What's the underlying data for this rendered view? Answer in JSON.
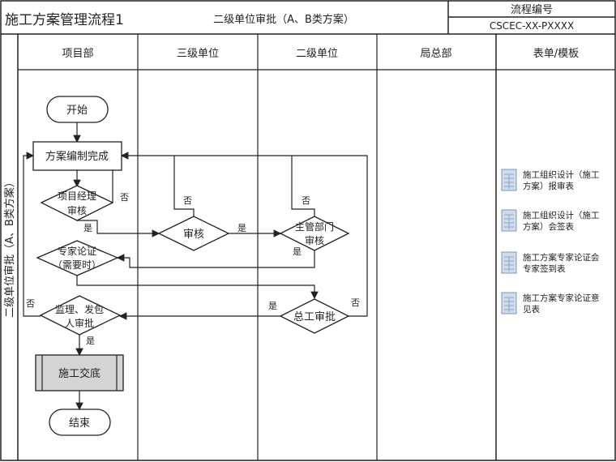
{
  "header": {
    "title": "施工方案管理流程1",
    "subtitle": "二级单位审批（A、B类方案）",
    "code_label": "流程编号",
    "code_value": "CSCEC-XX-PXXXX"
  },
  "side_label": "二级单位审批（A、B类方案）",
  "columns": [
    "项目部",
    "三级单位",
    "二级单位",
    "局总部",
    "表单/模板"
  ],
  "nodes": {
    "start": "开始",
    "compile": "方案编制完成",
    "pm_review": [
      "项目经理",
      "审核"
    ],
    "l3_review": "审核",
    "dept_review": [
      "主管部门",
      "审核"
    ],
    "expert": [
      "专家论证",
      "（需要时）"
    ],
    "chief_approval": "总工审批",
    "supervisor_approval": [
      "监理、发包",
      "人审批"
    ],
    "handover": "施工交底",
    "end": "结束"
  },
  "edge_labels": {
    "yes": "是",
    "no": "否"
  },
  "forms": [
    {
      "lines": [
        "施工组织设计（施工",
        "方案）报审表"
      ],
      "icon": "spreadsheet-icon"
    },
    {
      "lines": [
        "施工组织设计（施工",
        "方案）会签表"
      ],
      "icon": "spreadsheet-icon"
    },
    {
      "lines": [
        "施工方案专家论证会",
        "专家签到表"
      ],
      "icon": "spreadsheet-icon"
    },
    {
      "lines": [
        "施工方案专家论证意",
        "见表"
      ],
      "icon": "spreadsheet-icon"
    }
  ]
}
